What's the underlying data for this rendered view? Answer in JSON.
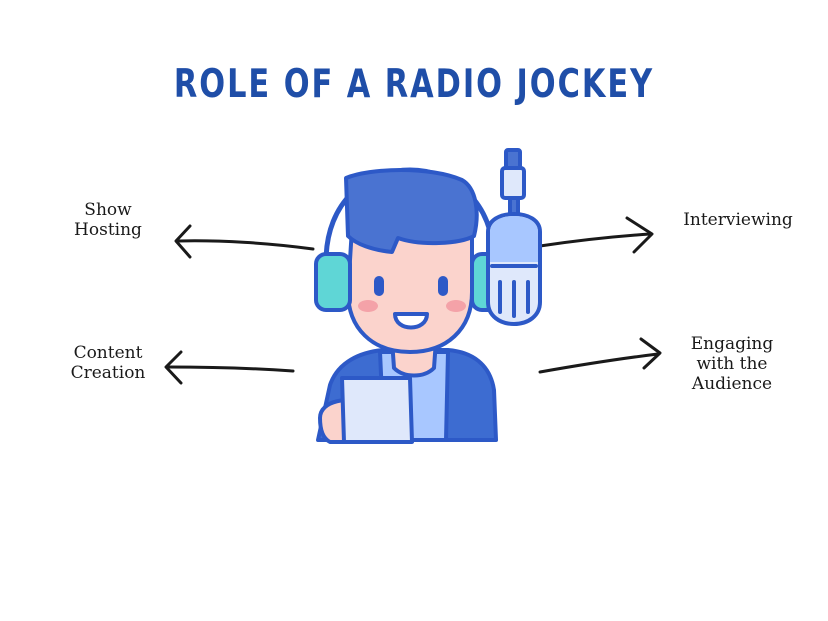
{
  "title": "ROLE OF A RADIO JOCKEY",
  "roles": {
    "show_hosting": "Show\nHosting",
    "content_creation": "Content\nCreation",
    "interviewing": "Interviewing",
    "engaging": "Engaging\nwith the\nAudience"
  },
  "colors": {
    "title": "#1f4ea8",
    "outline": "#2d59c7",
    "hair": "#4a73d1",
    "skin": "#fbd3cc",
    "headphone": "#5fd6d6",
    "jacket": "#3d6cd1",
    "shirt": "#a8c7ff",
    "paper": "#dfe8fb",
    "arrow": "#1a1a1a"
  }
}
